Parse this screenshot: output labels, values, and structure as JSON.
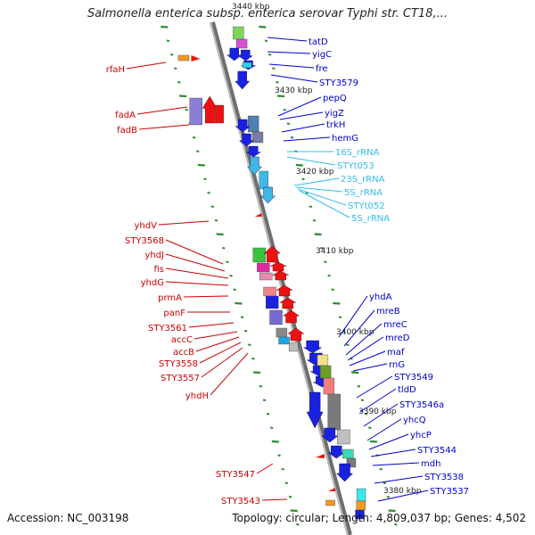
{
  "title": "Salmonella enterica subsp. enterica serovar Typhi str. CT18,...",
  "accession": "Accession: NC_003198",
  "summary": "Topology: circular; Length: 4,809,037 bp; Genes: 4,502",
  "colors": {
    "forward_label": "#0000cc",
    "reverse_label": "#cc0000",
    "rna_label": "#33bbee",
    "backbone": "#8c8c8c",
    "tick": "#2e8b2e"
  },
  "ticks": [
    "3440 kbp",
    "3430 kbp",
    "3420 kbp",
    "3410 kbp",
    "3400 kbp",
    "3390 kbp",
    "3380 kbp"
  ],
  "right_labels": [
    {
      "text": "tatD",
      "kind": "forward"
    },
    {
      "text": "yigC",
      "kind": "forward"
    },
    {
      "text": "fre",
      "kind": "forward"
    },
    {
      "text": "STY3579",
      "kind": "forward"
    },
    {
      "text": "pepQ",
      "kind": "forward"
    },
    {
      "text": "yigZ",
      "kind": "forward"
    },
    {
      "text": "trkH",
      "kind": "forward"
    },
    {
      "text": "hemG",
      "kind": "forward"
    },
    {
      "text": "16S_rRNA",
      "kind": "rna"
    },
    {
      "text": "STYt053",
      "kind": "rna"
    },
    {
      "text": "23S_rRNA",
      "kind": "rna"
    },
    {
      "text": "5S_rRNA",
      "kind": "rna"
    },
    {
      "text": "STYt052",
      "kind": "rna"
    },
    {
      "text": "5S_rRNA",
      "kind": "rna"
    },
    {
      "text": "yhdA",
      "kind": "forward"
    },
    {
      "text": "mreB",
      "kind": "forward"
    },
    {
      "text": "mreC",
      "kind": "forward"
    },
    {
      "text": "mreD",
      "kind": "forward"
    },
    {
      "text": "maf",
      "kind": "forward"
    },
    {
      "text": "rnG",
      "kind": "forward"
    },
    {
      "text": "STY3549",
      "kind": "forward"
    },
    {
      "text": "tldD",
      "kind": "forward"
    },
    {
      "text": "STY3546a",
      "kind": "forward"
    },
    {
      "text": "yhcQ",
      "kind": "forward"
    },
    {
      "text": "yhcP",
      "kind": "forward"
    },
    {
      "text": "STY3544",
      "kind": "forward"
    },
    {
      "text": "mdh",
      "kind": "forward"
    },
    {
      "text": "STY3538",
      "kind": "forward"
    },
    {
      "text": "STY3537",
      "kind": "forward"
    }
  ],
  "left_labels": [
    {
      "text": "rfaH"
    },
    {
      "text": "fadA"
    },
    {
      "text": "fadB"
    },
    {
      "text": "yhdV"
    },
    {
      "text": "STY3568"
    },
    {
      "text": "yhdJ"
    },
    {
      "text": "fis"
    },
    {
      "text": "yhdG"
    },
    {
      "text": "prmA"
    },
    {
      "text": "panF"
    },
    {
      "text": "STY3561"
    },
    {
      "text": "accC"
    },
    {
      "text": "accB"
    },
    {
      "text": "STY3558"
    },
    {
      "text": "STY3557"
    },
    {
      "text": "yhdH"
    },
    {
      "text": "STY3547"
    },
    {
      "text": "STY3543"
    }
  ]
}
